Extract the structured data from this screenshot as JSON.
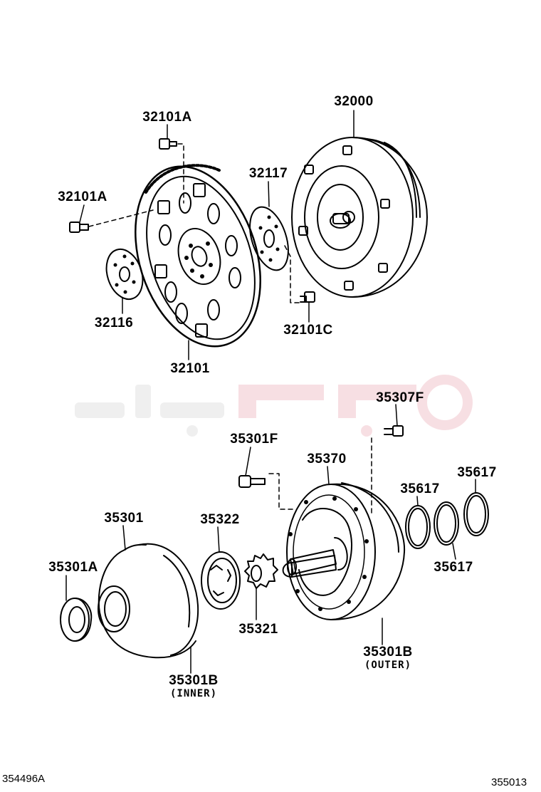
{
  "labels": {
    "p32101A_top": "32101A",
    "p32101A_left": "32101A",
    "p32000": "32000",
    "p32117": "32117",
    "p32116": "32116",
    "p32101C": "32101C",
    "p32101": "32101",
    "p35307F": "35307F",
    "p35301F": "35301F",
    "p35370": "35370",
    "p35617_a": "35617",
    "p35617_b": "35617",
    "p35617_c": "35617",
    "p35301": "35301",
    "p35322": "35322",
    "p35301A": "35301A",
    "p35321": "35321",
    "p35301B_outer": "35301B",
    "p35301B_inner": "35301B"
  },
  "sublabels": {
    "outer": "(OUTER)",
    "inner": "(INNER)"
  },
  "refs": {
    "left": "354496A",
    "right": "355013"
  },
  "colors": {
    "ink": "#000000",
    "watermark": "#c8102e"
  }
}
